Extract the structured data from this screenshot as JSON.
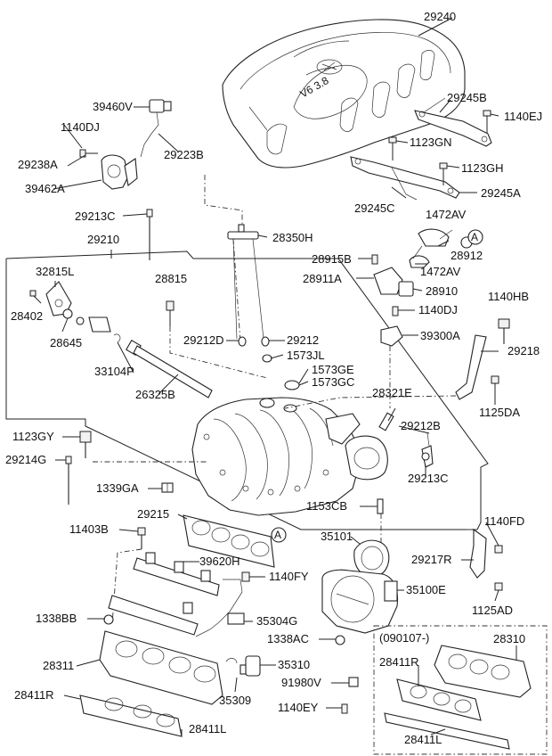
{
  "callouts": {
    "ref_a": "A"
  },
  "date_note": "(090107-)",
  "labels": [
    {
      "id": "p29240",
      "text": "29240"
    },
    {
      "id": "p39460V",
      "text": "39460V"
    },
    {
      "id": "p1140DJ_a",
      "text": "1140DJ"
    },
    {
      "id": "p29238A",
      "text": "29238A"
    },
    {
      "id": "p29223B",
      "text": "29223B"
    },
    {
      "id": "p39462A",
      "text": "39462A"
    },
    {
      "id": "p29245B",
      "text": "29245B"
    },
    {
      "id": "p1140EJ",
      "text": "1140EJ"
    },
    {
      "id": "p1123GN",
      "text": "1123GN"
    },
    {
      "id": "p1123GH",
      "text": "1123GH"
    },
    {
      "id": "p29245C",
      "text": "29245C"
    },
    {
      "id": "p29245A",
      "text": "29245A"
    },
    {
      "id": "p1472AV_a",
      "text": "1472AV"
    },
    {
      "id": "p29213C_a",
      "text": "29213C"
    },
    {
      "id": "p29210",
      "text": "29210"
    },
    {
      "id": "p28350H",
      "text": "28350H"
    },
    {
      "id": "p28915B",
      "text": "28915B"
    },
    {
      "id": "p28912",
      "text": "28912"
    },
    {
      "id": "p1472AV_b",
      "text": "1472AV"
    },
    {
      "id": "p28911A",
      "text": "28911A"
    },
    {
      "id": "p28910",
      "text": "28910"
    },
    {
      "id": "p32815L",
      "text": "32815L"
    },
    {
      "id": "p28815",
      "text": "28815"
    },
    {
      "id": "p1140HB",
      "text": "1140HB"
    },
    {
      "id": "p28402",
      "text": "28402"
    },
    {
      "id": "p1140DJ_b",
      "text": "1140DJ"
    },
    {
      "id": "p28645",
      "text": "28645"
    },
    {
      "id": "p29212D",
      "text": "29212D"
    },
    {
      "id": "p29212",
      "text": "29212"
    },
    {
      "id": "p39300A",
      "text": "39300A"
    },
    {
      "id": "p29218",
      "text": "29218"
    },
    {
      "id": "p33104P",
      "text": "33104P"
    },
    {
      "id": "p1573JL",
      "text": "1573JL"
    },
    {
      "id": "p1573GE",
      "text": "1573GE"
    },
    {
      "id": "p1573GC",
      "text": "1573GC"
    },
    {
      "id": "p26325B",
      "text": "26325B"
    },
    {
      "id": "p28321E",
      "text": "28321E"
    },
    {
      "id": "p1125DA",
      "text": "1125DA"
    },
    {
      "id": "p29212B",
      "text": "29212B"
    },
    {
      "id": "p1123GY",
      "text": "1123GY"
    },
    {
      "id": "p29214G",
      "text": "29214G"
    },
    {
      "id": "p29213C_b",
      "text": "29213C"
    },
    {
      "id": "p1339GA",
      "text": "1339GA"
    },
    {
      "id": "p1153CB",
      "text": "1153CB"
    },
    {
      "id": "p29215",
      "text": "29215"
    },
    {
      "id": "p1140FD",
      "text": "1140FD"
    },
    {
      "id": "p11403B",
      "text": "11403B"
    },
    {
      "id": "p35101",
      "text": "35101"
    },
    {
      "id": "p29217R",
      "text": "29217R"
    },
    {
      "id": "p39620H",
      "text": "39620H"
    },
    {
      "id": "p1140FY",
      "text": "1140FY"
    },
    {
      "id": "p35100E",
      "text": "35100E"
    },
    {
      "id": "p1125AD",
      "text": "1125AD"
    },
    {
      "id": "p1338BB",
      "text": "1338BB"
    },
    {
      "id": "p35304G",
      "text": "35304G"
    },
    {
      "id": "p1338AC",
      "text": "1338AC"
    },
    {
      "id": "p28310",
      "text": "28310"
    },
    {
      "id": "p28311",
      "text": "28311"
    },
    {
      "id": "p35310",
      "text": "35310"
    },
    {
      "id": "p28411R_a",
      "text": "28411R"
    },
    {
      "id": "p91980V",
      "text": "91980V"
    },
    {
      "id": "p28411R_b",
      "text": "28411R"
    },
    {
      "id": "p35309",
      "text": "35309"
    },
    {
      "id": "p1140EY",
      "text": "1140EY"
    },
    {
      "id": "p28411L_a",
      "text": "28411L"
    },
    {
      "id": "p28411L_b",
      "text": "28411L"
    }
  ],
  "cover_badge": "V6 3.8"
}
